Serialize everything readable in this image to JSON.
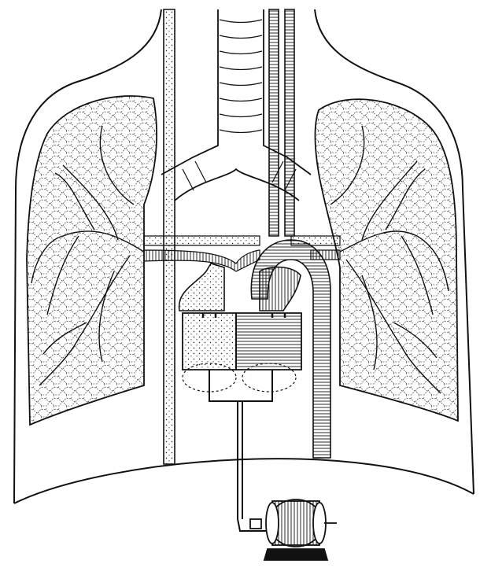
{
  "figure": {
    "type": "anatomical-schematic",
    "style": "black ink engraving",
    "ink_color": "#111111",
    "paper_color": "#ffffff",
    "components": [
      "thorax",
      "lungs",
      "trachea",
      "heart",
      "vessels",
      "motor"
    ]
  }
}
